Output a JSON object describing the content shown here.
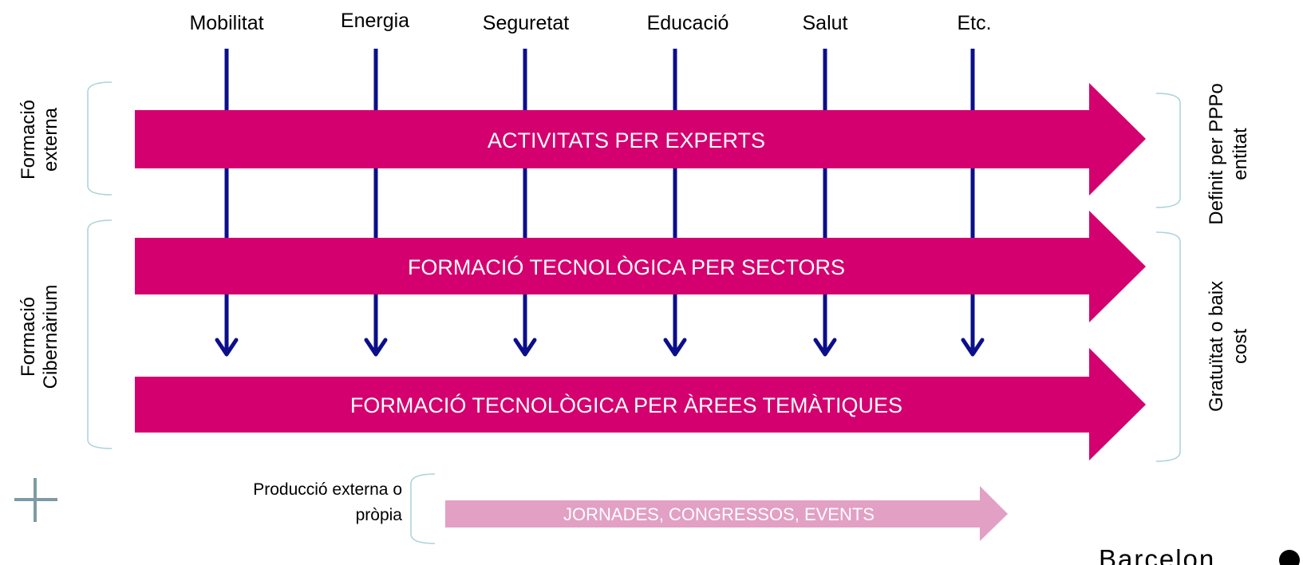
{
  "sectors": [
    "Mobilitat",
    "Energia",
    "Seguretat",
    "Educació",
    "Salut",
    "Etc."
  ],
  "arrows": {
    "experts": "ACTIVITATS PER EXPERTS",
    "sectors": "FORMACIÓ TECNOLÒGICA PER SECTORS",
    "areas": "FORMACIÓ TECNOLÒGICA PER ÀREES TEMÀTIQUES",
    "events": "JORNADES, CONGRESSOS, EVENTS"
  },
  "left_labels": {
    "external": [
      "Formació",
      "externa"
    ],
    "cibernarium": [
      "Formació",
      "Cibernàrium"
    ]
  },
  "right_labels": {
    "defined": [
      "Definit per PPPo",
      "entitat"
    ],
    "cost": [
      "Gratuïtat o baix",
      "cost"
    ]
  },
  "bottom_label": [
    "Producció externa o",
    "pròpia"
  ],
  "logo_text": "Barcelon",
  "plus_symbol": "+",
  "colors": {
    "magenta": "#d4006f",
    "light_pink": "#e2a0c4",
    "navy": "#0b0f8a",
    "bracket": "#a9d2d8",
    "plus": "#7e9aa6"
  }
}
